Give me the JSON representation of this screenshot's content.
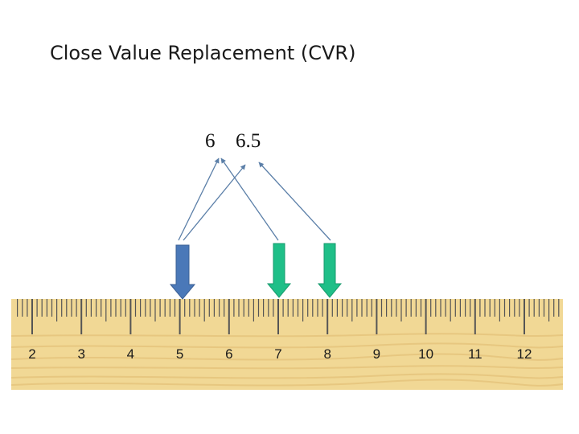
{
  "title": "Close Value Replacement (CVR)",
  "values": [
    "6",
    "6.5"
  ],
  "ruler": {
    "labels": [
      "2",
      "3",
      "4",
      "5",
      "6",
      "7",
      "8",
      "9",
      "10",
      "11",
      "12"
    ]
  },
  "arrows": [
    {
      "name": "blue",
      "position": 5,
      "color": "#4a78b8"
    },
    {
      "name": "green-1",
      "position": 7,
      "color": "#1fbf88"
    },
    {
      "name": "green-2",
      "position": 8,
      "color": "#1fbf88"
    }
  ],
  "colors": {
    "connector": "#5b7fa8",
    "ruler_wood": "#f1d895",
    "ruler_grain": "#e2c178",
    "ruler_ticks": "#555555"
  }
}
